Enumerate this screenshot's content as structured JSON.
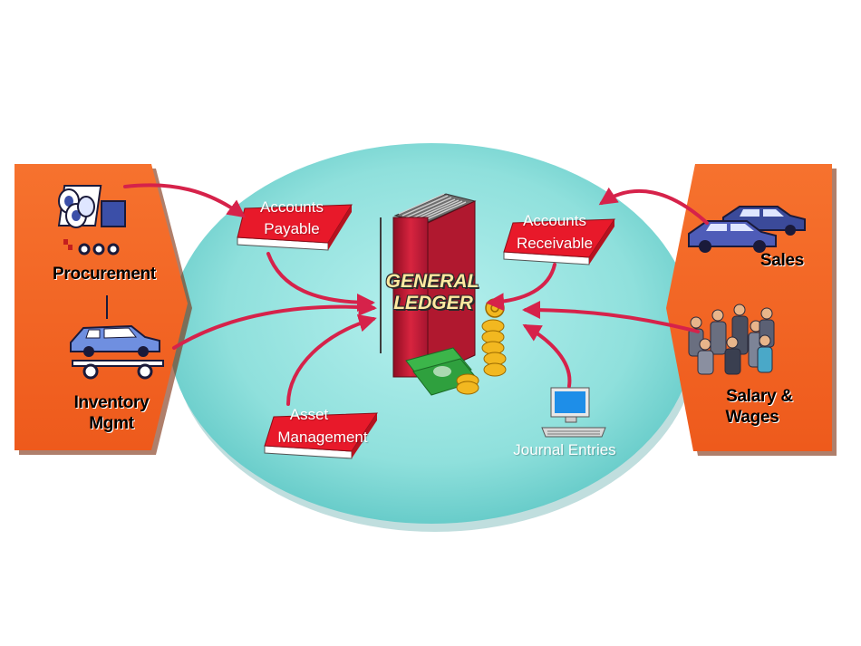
{
  "diagram": {
    "center": {
      "title_line1": "GENERAL",
      "title_line2": "LEDGER"
    },
    "books": {
      "accounts_payable": {
        "line1": "Accounts",
        "line2": "Payable"
      },
      "accounts_receivable": {
        "line1": "Accounts",
        "line2": "Receivable"
      },
      "asset_management": {
        "line1": "Asset",
        "line2": "Management"
      }
    },
    "journal_entries": "Journal Entries",
    "left_panel": {
      "procurement": "Procurement",
      "inventory_line1": "Inventory",
      "inventory_line2": "Mgmt"
    },
    "right_panel": {
      "sales": "Sales",
      "salary_line1": "Salary &",
      "salary_line2": "Wages"
    },
    "colors": {
      "panel": "#f26322",
      "ellipse": "#8fe0dc",
      "arrow": "#d6224a",
      "book": "#e8192a",
      "ledger": "#c81e3c"
    }
  }
}
